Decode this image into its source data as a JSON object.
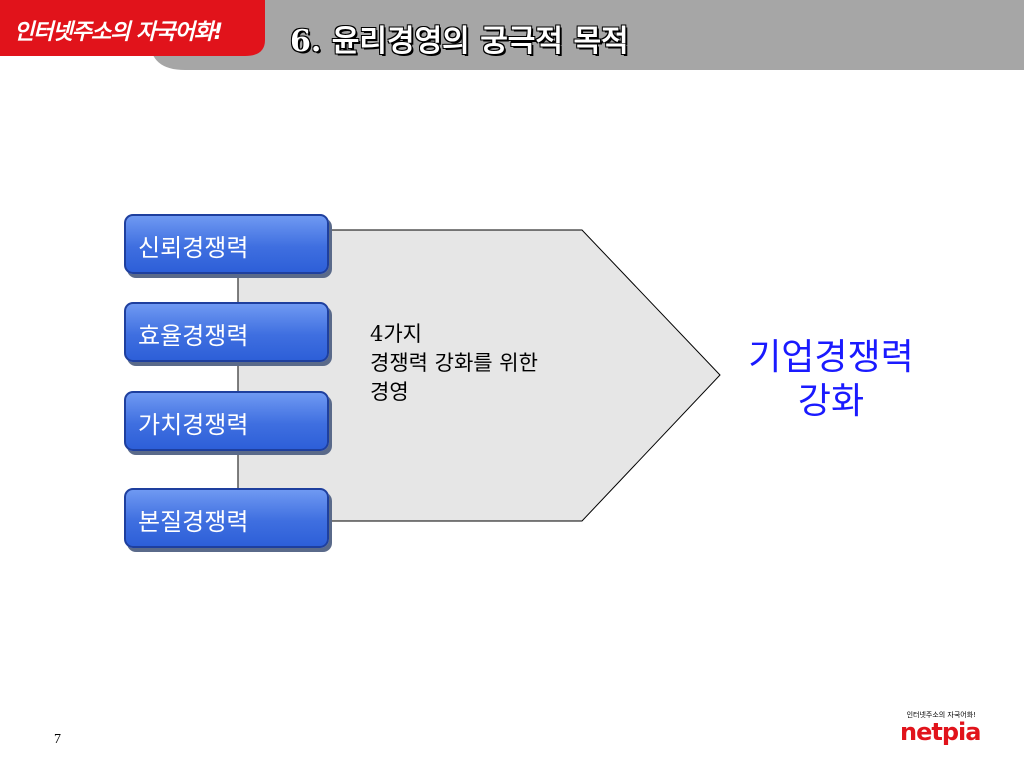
{
  "header": {
    "slogan": "인터넷주소의 자국어화!",
    "title": "6. 윤리경영의 궁극적 목적"
  },
  "diagram": {
    "items": [
      {
        "label": "신뢰경쟁력"
      },
      {
        "label": "효율경쟁력"
      },
      {
        "label": "가치경쟁력"
      },
      {
        "label": "본질경쟁력"
      }
    ],
    "center_lines": [
      "4가지",
      "경쟁력 강화를 위한",
      "경영"
    ],
    "goal_lines": [
      "기업경쟁력",
      "강화"
    ]
  },
  "footer": {
    "page_number": "7",
    "logo_slogan": "인터넷주소의 자국어화!",
    "logo_text": "netpia"
  },
  "colors": {
    "header_red": "#e1131b",
    "header_gray": "#a6a6a6",
    "pill_blue": "#3f6fe0",
    "goal_blue": "#1a1aff",
    "arrow_fill": "#e6e6e6"
  }
}
